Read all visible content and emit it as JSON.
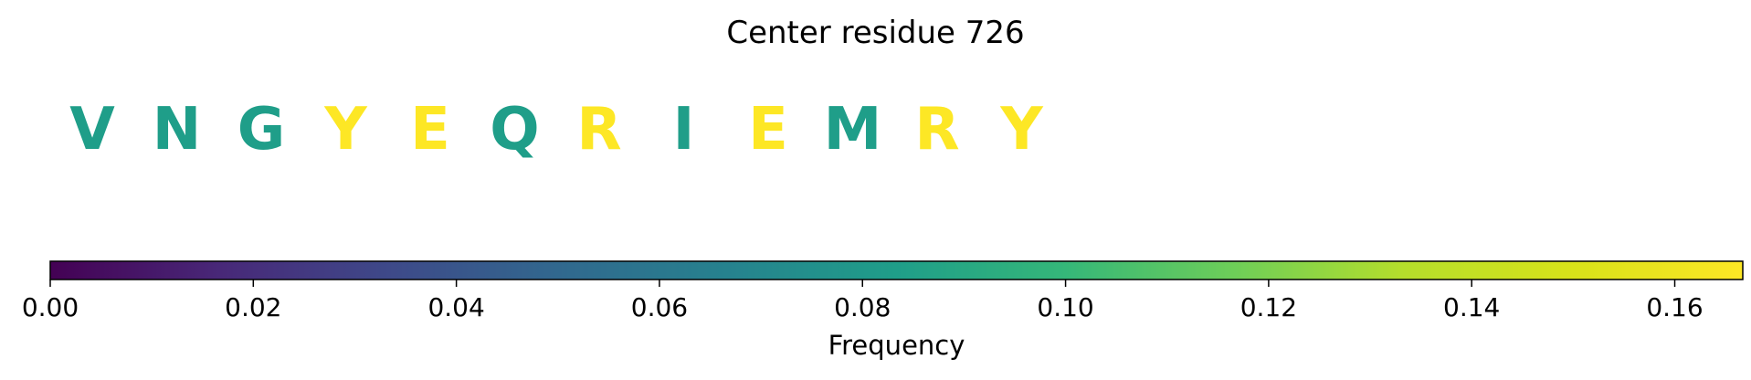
{
  "chart_data": {
    "type": "heatmap",
    "title": "Center residue 726",
    "residues": [
      {
        "letter": "V",
        "value": 0.0833
      },
      {
        "letter": "N",
        "value": 0.0833
      },
      {
        "letter": "G",
        "value": 0.0833
      },
      {
        "letter": "Y",
        "value": 0.1667
      },
      {
        "letter": "E",
        "value": 0.1667
      },
      {
        "letter": "Q",
        "value": 0.0833
      },
      {
        "letter": "R",
        "value": 0.1667
      },
      {
        "letter": "I",
        "value": 0.0833
      },
      {
        "letter": "E",
        "value": 0.1667
      },
      {
        "letter": "M",
        "value": 0.0833
      },
      {
        "letter": "R",
        "value": 0.1667
      },
      {
        "letter": "Y",
        "value": 0.1667
      }
    ],
    "colorbar": {
      "colormap": "viridis",
      "label": "Frequency",
      "range": [
        0,
        0.1667
      ],
      "ticks": [
        0,
        0.02,
        0.04,
        0.06,
        0.08,
        0.1,
        0.12,
        0.14,
        0.16
      ],
      "tick_labels": [
        "0.00",
        "0.02",
        "0.04",
        "0.06",
        "0.08",
        "0.10",
        "0.12",
        "0.14",
        "0.16"
      ]
    }
  }
}
